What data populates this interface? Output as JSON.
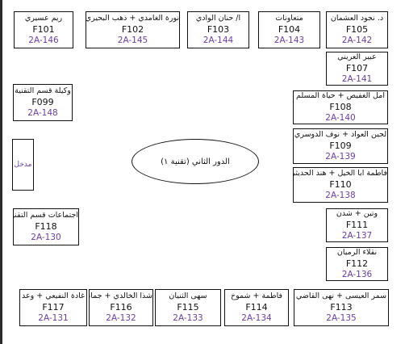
{
  "floor_label": "الدور الثاني (تقنية ١)",
  "entrance_label": "مدخل",
  "colors": {
    "code": "#6b3fa0",
    "border": "#111111"
  },
  "rooms": [
    {
      "occupant": "ريم عسيري",
      "number": "F101",
      "code": "2A-146"
    },
    {
      "occupant": "نورة الغامدي + ذهب البحيري",
      "number": "F102",
      "code": "2A-145"
    },
    {
      "occupant": "أ/ حنان الوادي",
      "number": "F103",
      "code": "2A-144"
    },
    {
      "occupant": "متعاونات",
      "number": "F104",
      "code": "2A-143"
    },
    {
      "occupant": "د. نجود العشمان",
      "number": "F105",
      "code": "2A-142"
    },
    {
      "occupant": "عبير العريني",
      "number": "F107",
      "code": "2A-141"
    },
    {
      "occupant": "وكيلة قسم التقنية",
      "number": "F099",
      "code": "2A-148"
    },
    {
      "occupant": "امل الغفيص + حياة المسلم",
      "number": "F108",
      "code": "2A-140"
    },
    {
      "occupant": "لجين العواد + نوف الدوسري",
      "number": "F109",
      "code": "2A-139"
    },
    {
      "occupant": "فاطمة ابا الخيل + هند الحديثي",
      "number": "F110",
      "code": "2A-138"
    },
    {
      "occupant": "اجتماعات قسم التقنية",
      "number": "F118",
      "code": "2A-130"
    },
    {
      "occupant": "وتين + شدن",
      "number": "F111",
      "code": "2A-137"
    },
    {
      "occupant": "نقلاء الرميان",
      "number": "F112",
      "code": "2A-136"
    },
    {
      "occupant": "غادة النفيعي + وعد",
      "number": "F117",
      "code": "2A-131"
    },
    {
      "occupant": "شذا الخالدي + جمانة",
      "number": "F116",
      "code": "2A-132"
    },
    {
      "occupant": "سهى الثنيان",
      "number": "F115",
      "code": "2A-133"
    },
    {
      "occupant": "فاطمة + شموخ",
      "number": "F114",
      "code": "2A-134"
    },
    {
      "occupant": "سمر العيسى + نهى القاضي",
      "number": "F113",
      "code": "2A-135"
    }
  ]
}
